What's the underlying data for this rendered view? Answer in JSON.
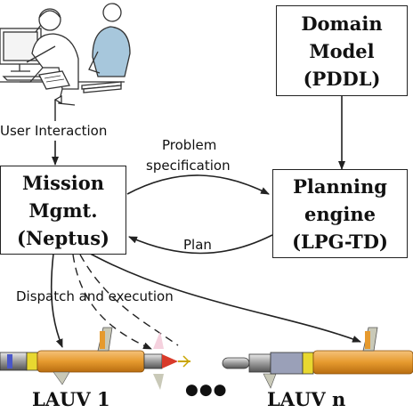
{
  "boxes": {
    "domain_model": {
      "lines": [
        "Domain",
        "Model",
        "(PDDL)"
      ]
    },
    "mission_mgmt": {
      "lines": [
        "Mission",
        "Mgmt.",
        "(Neptus)"
      ]
    },
    "planning_engine": {
      "lines": [
        "Planning",
        "engine",
        "(LPG-TD)"
      ]
    }
  },
  "labels": {
    "user_interaction": "User Interaction",
    "problem_spec_line1": "Problem",
    "problem_spec_line2": "specification",
    "plan": "Plan",
    "dispatch": "Dispatch and execution"
  },
  "vehicles": {
    "first": "LAUV 1",
    "last": "LAUV n",
    "ellipsis": "●●●"
  },
  "colors": {
    "line": "#222222",
    "hull": "#e69a2e",
    "hull_dark": "#b86d10",
    "nose_red": "#d83a2a",
    "sensor_blue": "#4a57c9",
    "sensor_yellow": "#e8d830",
    "fin": "#c9c9b8",
    "person_blue": "#a7c7dc"
  }
}
